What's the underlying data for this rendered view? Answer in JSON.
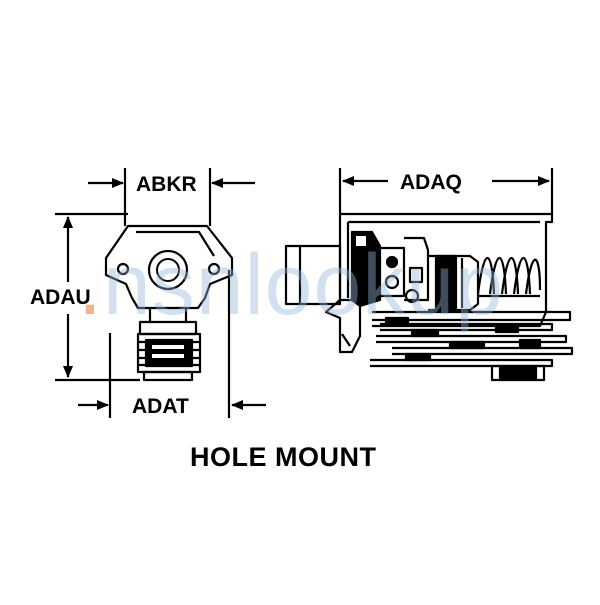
{
  "diagram": {
    "labels": {
      "abkr": "ABKR",
      "adau": "ADAU",
      "adat": "ADAT",
      "adaq": "ADAQ"
    },
    "caption": "HOLE MOUNT"
  },
  "watermark": {
    "dot": ".",
    "text": "nsnlookup"
  },
  "colors": {
    "ink": "#000000",
    "watermark": "#a9c2de",
    "watermark_dot": "#f0965a"
  }
}
